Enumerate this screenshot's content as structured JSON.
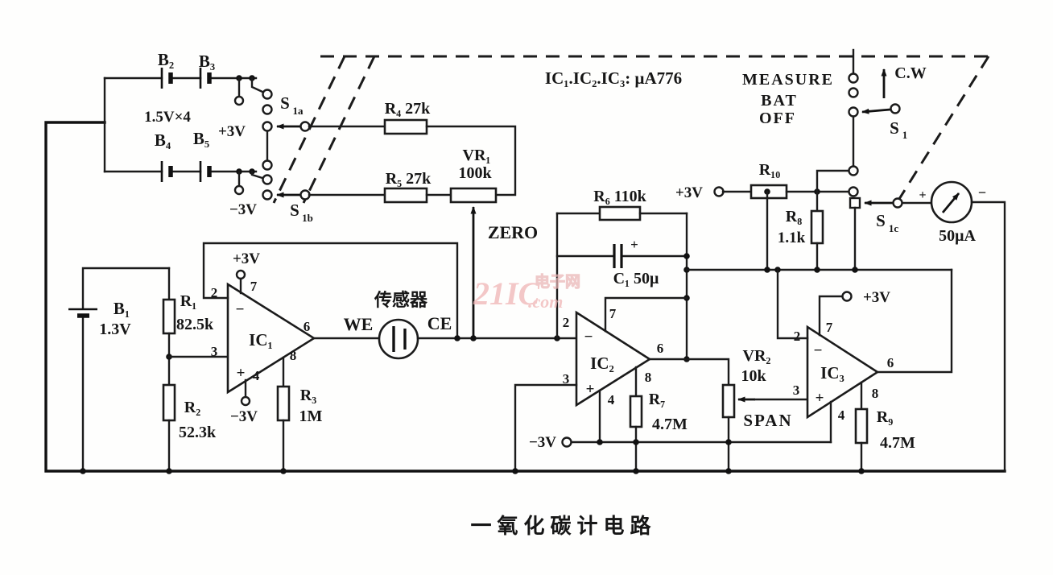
{
  "caption": "一氧化碳计电路",
  "watermark": {
    "brand": "21IC",
    "suffix": ".com",
    "site": "电子网"
  },
  "notes": {
    "ic_note": "IC₁.IC₂.IC₃:  μA776"
  },
  "pins": {
    "p2": "2",
    "p3": "3",
    "p4": "4",
    "p6": "6",
    "p7": "7",
    "p8": "8",
    "plus": "+",
    "minus": "−"
  },
  "switch": {
    "measure": "MEASURE",
    "bat": "BAT",
    "off": "OFF",
    "cw": "C.W",
    "s1_main": "S",
    "s1_sub": "1",
    "s1a_main": "S",
    "s1a_sub": "1a",
    "s1b_main": "S",
    "s1b_sub": "1b",
    "s1c_main": "S",
    "s1c_sub": "1c"
  },
  "power": {
    "pack_label": "1.5V×4",
    "b1": "B₁",
    "b1_value": "1.3V",
    "b2": "B₂",
    "b3": "B₃",
    "b4": "B₄",
    "b5": "B₅",
    "plus3v": "+3V",
    "minus3v": "−3V"
  },
  "components": {
    "r1": "R₁",
    "r1_value": "82.5k",
    "r2": "R₂",
    "r2_value": "52.3k",
    "r3": "R₃",
    "r3_value": "1M",
    "r4": "R₄ 27k",
    "r5": "R₅ 27k",
    "r6": "R₆ 110k",
    "r7": "R₇",
    "r7_value": "4.7M",
    "r8": "R₈",
    "r8_value": "1.1k",
    "r9": "R₉",
    "r9_value": "4.7M",
    "r10": "R₁₀",
    "vr1": "VR₁",
    "vr1_value": "100k",
    "vr2": "VR₂",
    "vr2_value": "10k",
    "c1": "C₁ 50μ",
    "ic1": "IC₁",
    "ic2": "IC₂",
    "ic3": "IC₃"
  },
  "sensor": {
    "name": "传感器",
    "we": "WE",
    "ce": "CE"
  },
  "meter": {
    "range": "50μA",
    "plus": "+",
    "minus": "−"
  },
  "adjust": {
    "zero": "ZERO",
    "span": "SPAN"
  }
}
